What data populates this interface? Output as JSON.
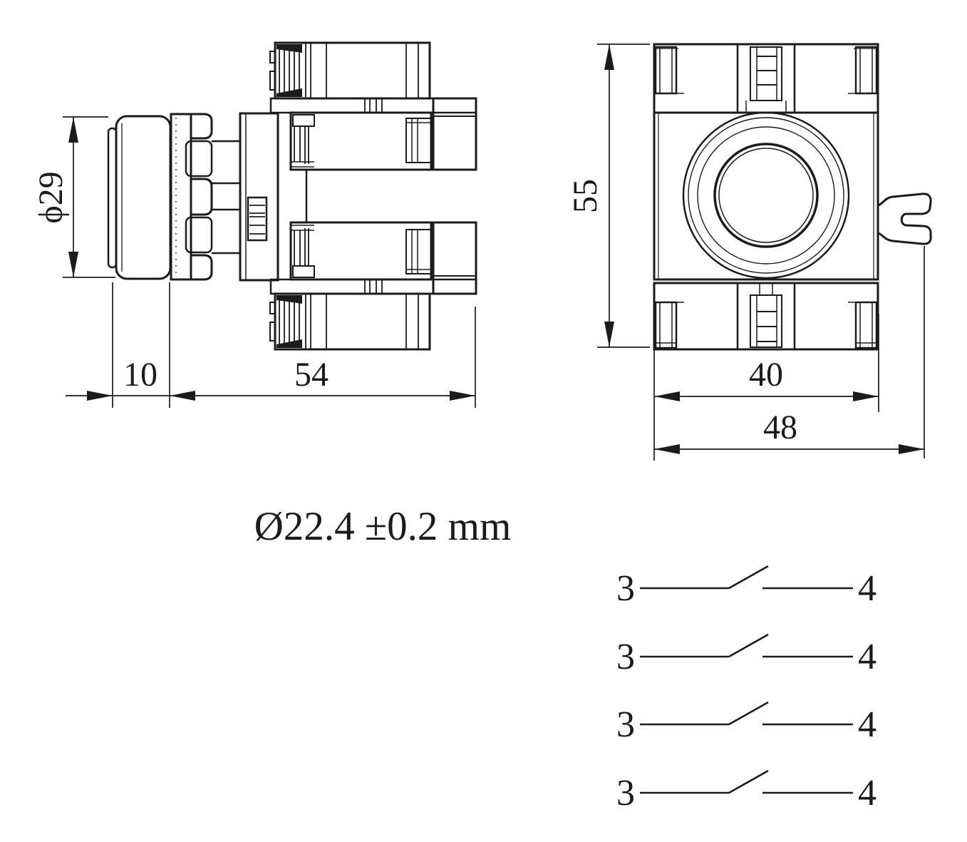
{
  "page": {
    "background": "#ffffff",
    "ink": "#1b1b1b"
  },
  "dimensions": {
    "head_diameter": "ϕ29",
    "head_depth": "10",
    "body_length": "54",
    "front_height": "55",
    "front_body_width": "40",
    "front_total_width": "48"
  },
  "note": {
    "mounting_hole": "Ø22.4 ±0.2 mm"
  },
  "contact_diagram": {
    "contacts": [
      {
        "terminal_left": "3",
        "terminal_right": "4"
      },
      {
        "terminal_left": "3",
        "terminal_right": "4"
      },
      {
        "terminal_left": "3",
        "terminal_right": "4"
      },
      {
        "terminal_left": "3",
        "terminal_right": "4"
      }
    ]
  }
}
